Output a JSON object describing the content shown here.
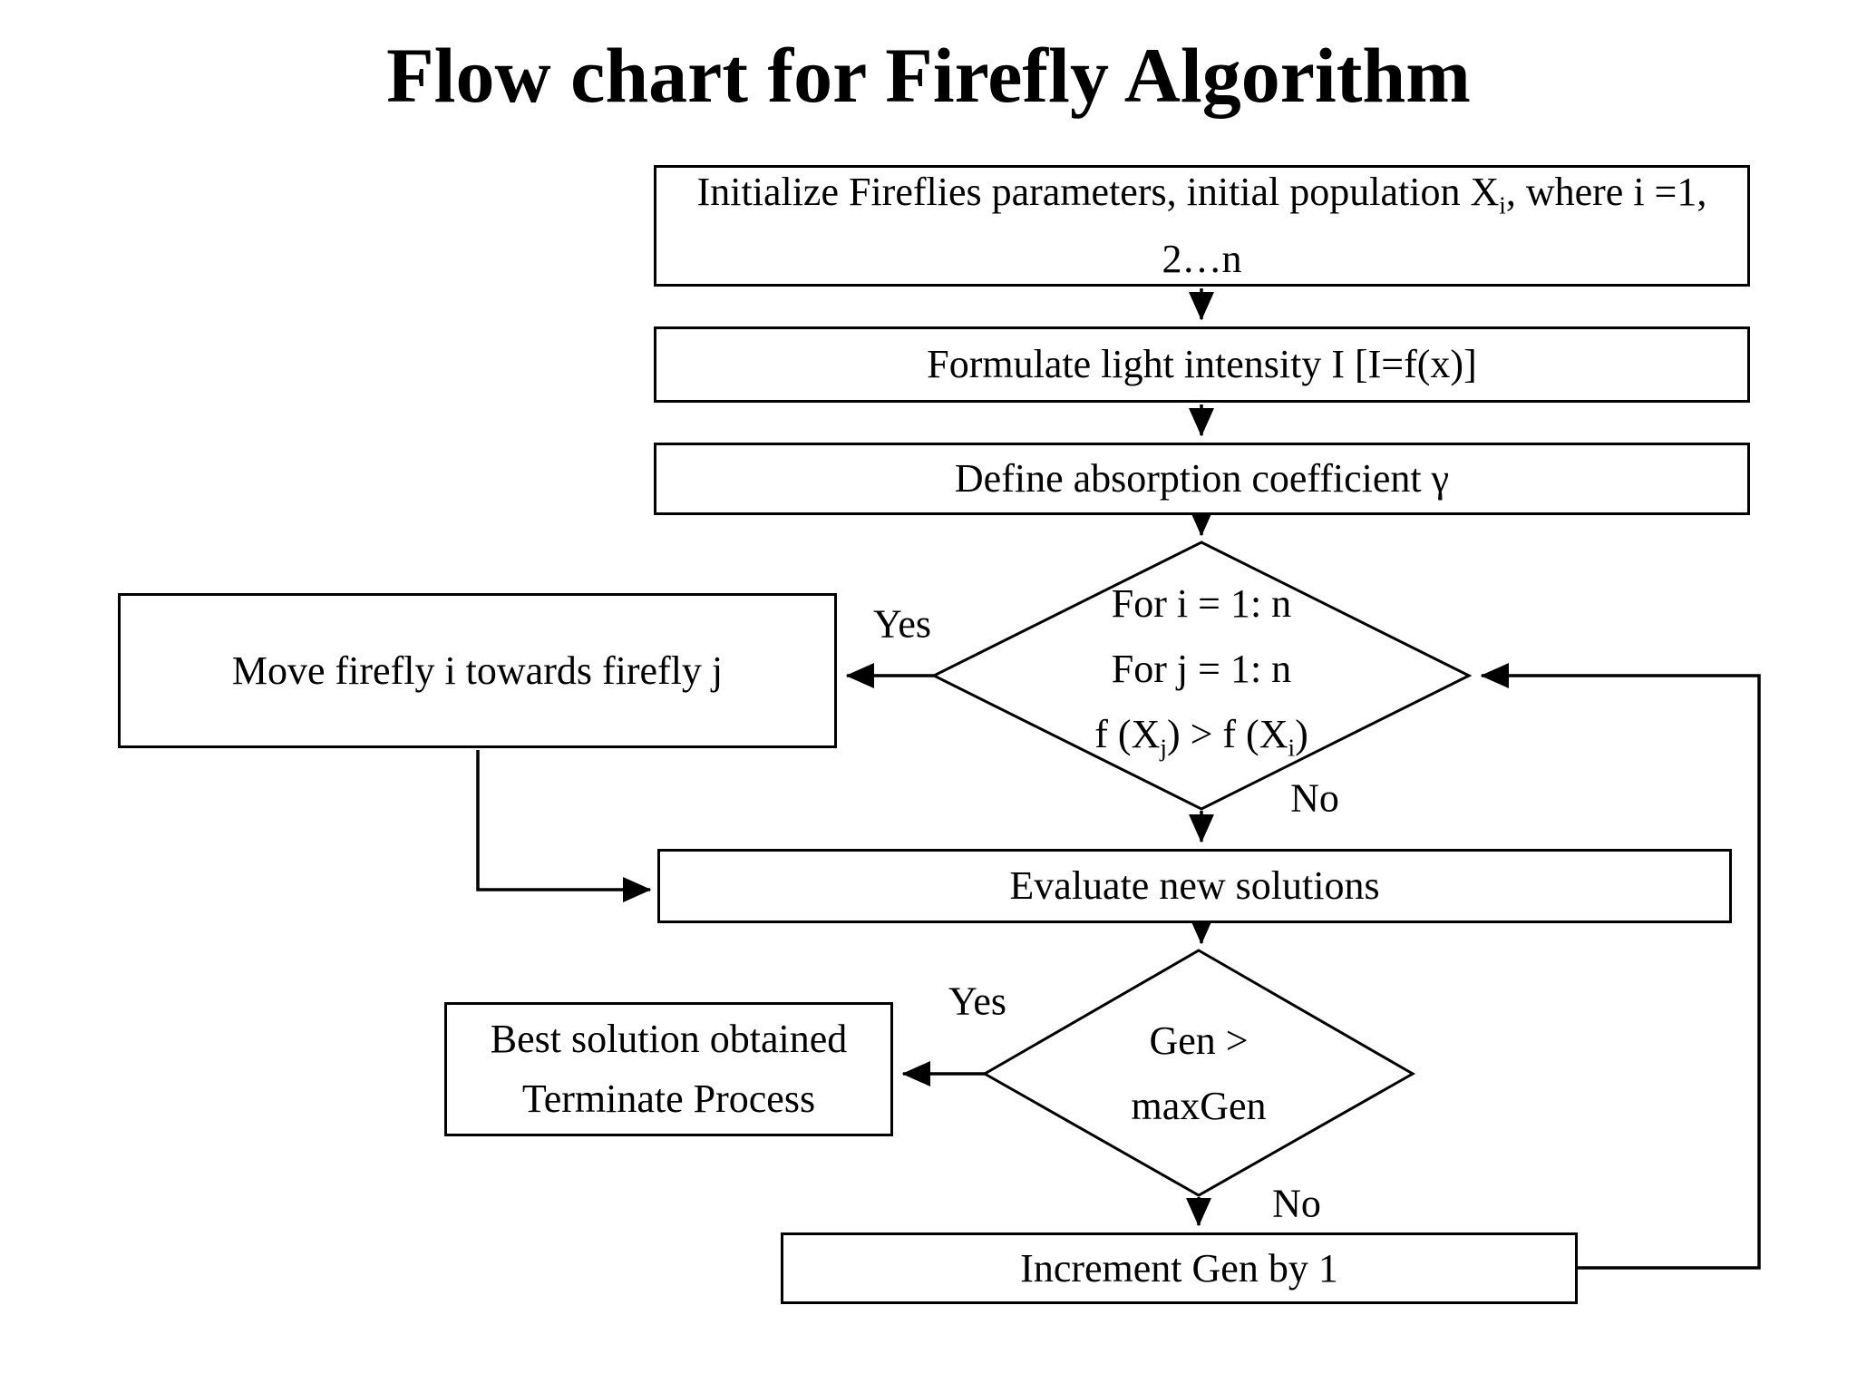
{
  "title": "Flow chart for Firefly Algorithm",
  "colors": {
    "background": "#ffffff",
    "stroke": "#000000",
    "text": "#000000"
  },
  "nodes": {
    "init": {
      "line1_pre": "Initialize Fireflies parameters, initial population X",
      "line1_sub": "i",
      "line1_post": ", where i =1,",
      "line2": "2…n"
    },
    "formulate": {
      "label": "Formulate light intensity I [I=f(x)]"
    },
    "define": {
      "label": "Define absorption coefficient γ"
    },
    "loop_decision": {
      "line1": "For i = 1: n",
      "line2": "For j = 1: n",
      "line3_pre": "f (X",
      "line3_sub1": "j",
      "line3_mid": ") > f (X",
      "line3_sub2": "i",
      "line3_post": ")"
    },
    "move": {
      "label": "Move firefly i towards firefly j"
    },
    "evaluate": {
      "label": "Evaluate new solutions"
    },
    "gen_decision": {
      "line1": "Gen >",
      "line2": "maxGen"
    },
    "best": {
      "line1": "Best solution obtained",
      "line2": "Terminate Process"
    },
    "increment": {
      "label": "Increment Gen by 1"
    }
  },
  "edge_labels": {
    "loop_yes": "Yes",
    "loop_no": "No",
    "gen_yes": "Yes",
    "gen_no": "No"
  }
}
